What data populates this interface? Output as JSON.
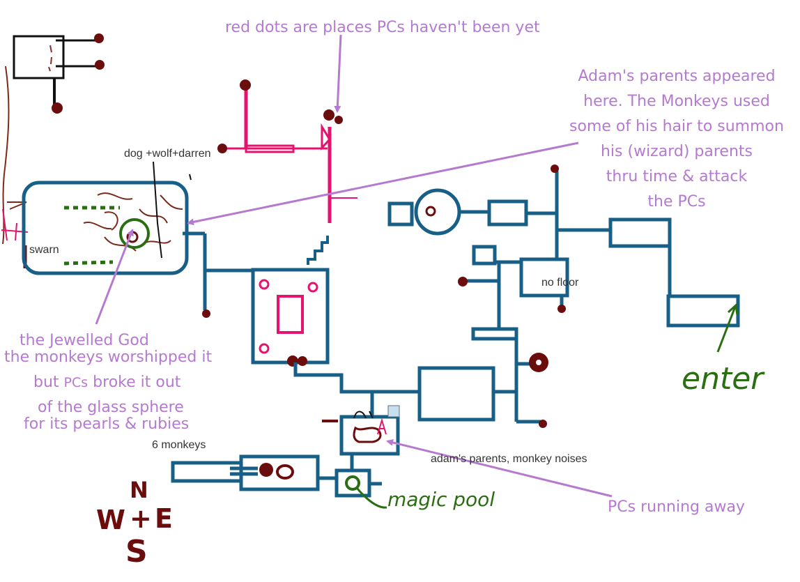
{
  "annotations": {
    "red_dots": "red dots are places PCs haven't been yet",
    "adams_parents_lines": [
      "Adam's parents appeared",
      "here. The Monkeys used",
      "some of his hair to summon",
      "his (wizard) parents",
      "thru time & attack",
      "the PCs"
    ],
    "jewelled_god_1": "the Jewelled God",
    "jewelled_god_2": "the monkeys worshipped it",
    "jewelled_god_3a": "but",
    "jewelled_god_3b": "PCs",
    "jewelled_god_3c": "broke it out",
    "jewelled_god_4": "of the glass sphere",
    "jewelled_god_5": "for its pearls & rubies",
    "pcs_running": "PCs running away"
  },
  "labels": {
    "dog": "dog +wolf+darren",
    "swarn": "swarn",
    "no_floor": "no floor",
    "six_monkeys": "6 monkeys",
    "adams_noises": "adam's parents, monkey noises"
  },
  "handwritten": {
    "enter": "enter",
    "magic_pool": "magic pool",
    "compass_n": "N",
    "compass_w": "W",
    "compass_plus": "+",
    "compass_e": "E",
    "compass_s": "S"
  },
  "colors": {
    "wall": "#175f86",
    "unexplored": "#6b0d0d",
    "pink": "#e5136e",
    "annotation": "#b57ad0",
    "green": "#2a6e12"
  }
}
